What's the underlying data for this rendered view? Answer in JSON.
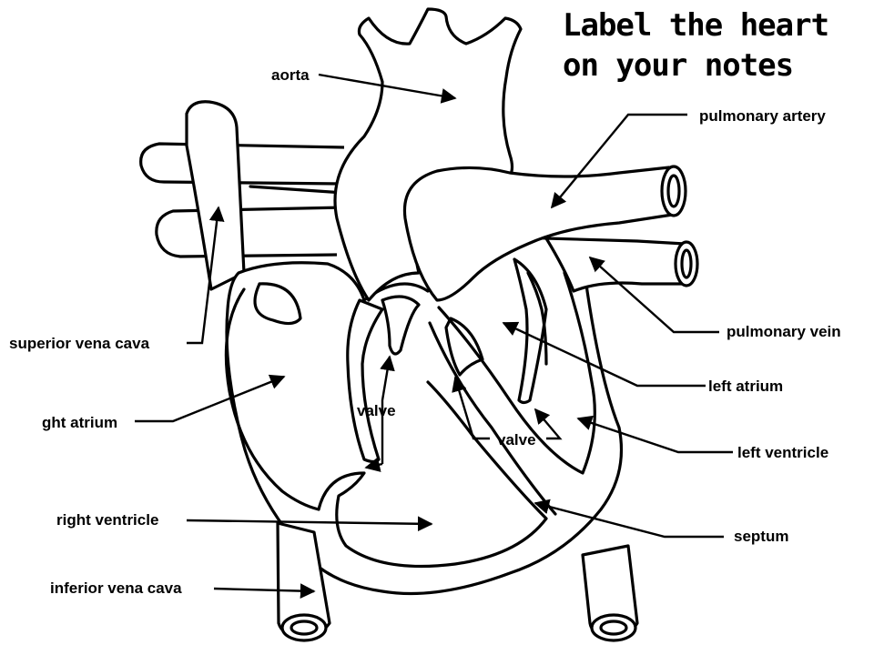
{
  "title": {
    "line1": "Label the heart",
    "line2": "on your notes"
  },
  "labels": {
    "aorta": "aorta",
    "pulmonary_artery": "pulmonary artery",
    "pulmonary_vein": "pulmonary vein",
    "left_atrium": "left atrium",
    "left_ventricle": "left ventricle",
    "septum": "septum",
    "superior_vena_cava": "superior vena cava",
    "right_atrium": "ght atrium",
    "valve_right": "valve",
    "valve_left": "valve",
    "right_ventricle": "right ventricle",
    "inferior_vena_cava": "inferior vena cava"
  }
}
